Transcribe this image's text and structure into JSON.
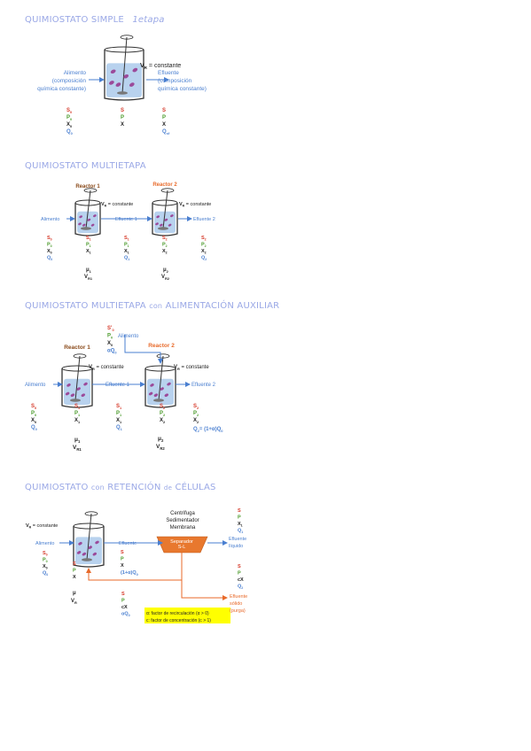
{
  "colors": {
    "heading": "#9aa8e6",
    "blue": "#4a7fd0",
    "red": "#d63a2a",
    "green": "#4a9a2a",
    "dark": "#222222",
    "orange": "#e86a2a",
    "orange_fill": "#e8782e",
    "tank_fill": "#b8d2ee",
    "highlight": "#ffff00"
  },
  "sections": {
    "s1": {
      "title": "QUIMIOSTATO SIMPLE",
      "tag": "1etapa"
    },
    "s2": {
      "title": "QUIMIOSTATO MULTIETAPA"
    },
    "s3": {
      "title_a": "QUIMIOSTATO",
      "title_b": "MULTIETAPA",
      "title_c": "con",
      "title_d": "ALIMENTACIÓN AUXILIAR"
    },
    "s4": {
      "title_a": "QUIMIOSTATO",
      "title_b": "con",
      "title_c": "RETENCIÓN",
      "title_d": "de",
      "title_e": "CÉLULAS"
    }
  },
  "d1": {
    "vr_label": "V",
    "vr_sub": "R",
    "vr_rest": " = constante",
    "feed": [
      "Alimento",
      "(composición",
      "química constante)"
    ],
    "effluent": [
      "Efluente",
      "(composición",
      "química constante)"
    ],
    "in": [
      {
        "t": "S",
        "s": "0"
      },
      {
        "t": "P",
        "s": "0"
      },
      {
        "t": "X",
        "s": "0"
      },
      {
        "t": "Q",
        "s": "0"
      }
    ],
    "tank": [
      {
        "t": "S",
        "s": ""
      },
      {
        "t": "P",
        "s": ""
      },
      {
        "t": "X",
        "s": ""
      }
    ],
    "out": [
      {
        "t": "S",
        "s": ""
      },
      {
        "t": "P",
        "s": ""
      },
      {
        "t": "X",
        "s": ""
      },
      {
        "t": "Q",
        "s": "sf"
      }
    ]
  },
  "d2": {
    "reactor1": "Reactor 1",
    "reactor2": "Reactor 2",
    "vr": "V",
    "vr_sub": "R",
    "vr_rest": " = constante",
    "feed": "Alimento",
    "eff1": "Efluente 1",
    "eff2": "Efluente 2",
    "c0": [
      {
        "t": "S",
        "s": "0"
      },
      {
        "t": "P",
        "s": "0"
      },
      {
        "t": "X",
        "s": "0"
      },
      {
        "t": "Q",
        "s": "0"
      }
    ],
    "c1": [
      {
        "t": "S",
        "s": "1"
      },
      {
        "t": "P",
        "s": "1"
      },
      {
        "t": "X",
        "s": "1"
      }
    ],
    "c2": [
      {
        "t": "S",
        "s": "1"
      },
      {
        "t": "P",
        "s": "1"
      },
      {
        "t": "X",
        "s": "1"
      },
      {
        "t": "Q",
        "s": "1"
      }
    ],
    "c3": [
      {
        "t": "S",
        "s": "2"
      },
      {
        "t": "P",
        "s": "2"
      },
      {
        "t": "X",
        "s": "2"
      }
    ],
    "c4": [
      {
        "t": "S",
        "s": "2"
      },
      {
        "t": "P",
        "s": "2"
      },
      {
        "t": "X",
        "s": "2"
      },
      {
        "t": "Q",
        "s": "2"
      }
    ],
    "mu1": {
      "t": "μ",
      "s": "1"
    },
    "vr1": {
      "t": "V",
      "s": "R1"
    },
    "mu2": {
      "t": "μ",
      "s": "2"
    },
    "vr2": {
      "t": "V",
      "s": "R2"
    }
  },
  "d3": {
    "reactor1": "Reactor 1",
    "reactor2": "Reactor 2",
    "vr": "V",
    "vr_sub": "R",
    "vr_rest": " = constante",
    "feed": "Alimento",
    "feed_aux": "Alimento",
    "eff1": "Efluente 1",
    "eff2": "Efluente 2",
    "aux": [
      {
        "t": "S",
        "s": "0",
        "p": "'"
      },
      {
        "t": "P",
        "s": "0",
        "p": ""
      },
      {
        "t": "X",
        "s": "0",
        "p": ""
      },
      {
        "t": "αQ",
        "s": "0",
        "p": ""
      }
    ],
    "c0": [
      {
        "t": "S",
        "s": "0"
      },
      {
        "t": "P",
        "s": "0"
      },
      {
        "t": "X",
        "s": "0"
      },
      {
        "t": "Q",
        "s": "0"
      }
    ],
    "c1": [
      {
        "t": "S",
        "s": "1"
      },
      {
        "t": "P",
        "s": "1"
      },
      {
        "t": "X",
        "s": "1"
      }
    ],
    "c2": [
      {
        "t": "S",
        "s": "1"
      },
      {
        "t": "P",
        "s": "1"
      },
      {
        "t": "X",
        "s": "1"
      },
      {
        "t": "Q",
        "s": "1"
      }
    ],
    "c3": [
      {
        "t": "S",
        "s": "2"
      },
      {
        "t": "P",
        "s": "2"
      },
      {
        "t": "X",
        "s": "2"
      }
    ],
    "c4": [
      {
        "t": "S",
        "s": "2"
      },
      {
        "t": "P",
        "s": "2"
      },
      {
        "t": "X",
        "s": "2"
      }
    ],
    "q2": "Q",
    "q2_sub": "2",
    "q2_rest": "= (1+α)Q",
    "q2_sub2": "0",
    "mu1": {
      "t": "μ",
      "s": "1"
    },
    "vr1": {
      "t": "V",
      "s": "R1"
    },
    "mu2": {
      "t": "μ",
      "s": "2"
    },
    "vr2": {
      "t": "V",
      "s": "R2"
    }
  },
  "d4": {
    "vr": "V",
    "vr_sub": "R",
    "vr_rest": " = constante",
    "feed": "Alimento",
    "eff": "Efluente",
    "sep_lines": [
      "Centrifuga",
      "Sedimentador",
      "Membrana"
    ],
    "sep_box": [
      "Separador",
      "S-L"
    ],
    "eff_liquid": [
      "Efluente",
      "líquido"
    ],
    "eff_solid": [
      "Efluente",
      "sólido",
      "(purga)"
    ],
    "in": [
      {
        "t": "S",
        "s": "0"
      },
      {
        "t": "P",
        "s": "0"
      },
      {
        "t": "X",
        "s": "0"
      },
      {
        "t": "Q",
        "s": "0"
      }
    ],
    "tank": [
      {
        "t": "S",
        "s": ""
      },
      {
        "t": "P",
        "s": ""
      },
      {
        "t": "X",
        "s": ""
      }
    ],
    "eff_vals": [
      {
        "t": "S",
        "s": ""
      },
      {
        "t": "P",
        "s": ""
      },
      {
        "t": "X",
        "s": ""
      }
    ],
    "eff_q": "(1+α)Q",
    "eff_q_sub": "0",
    "liq": [
      {
        "t": "S",
        "s": ""
      },
      {
        "t": "P",
        "s": ""
      },
      {
        "t": "X",
        "s": "1"
      },
      {
        "t": "Q",
        "s": "1"
      }
    ],
    "sol": [
      {
        "t": "S",
        "s": ""
      },
      {
        "t": "P",
        "s": ""
      },
      {
        "t": "cX",
        "s": ""
      },
      {
        "t": "Q",
        "s": "2"
      }
    ],
    "rec": [
      {
        "t": "S",
        "s": ""
      },
      {
        "t": "P",
        "s": ""
      },
      {
        "t": "cX",
        "s": ""
      },
      {
        "t": "αQ",
        "s": "0"
      }
    ],
    "mu": {
      "t": "μ",
      "s": ""
    },
    "vrr": {
      "t": "V",
      "s": "R"
    },
    "note1": "α: factor de recirculación (α > 0)",
    "note2": "c: factor de concentración (c > 1)"
  }
}
